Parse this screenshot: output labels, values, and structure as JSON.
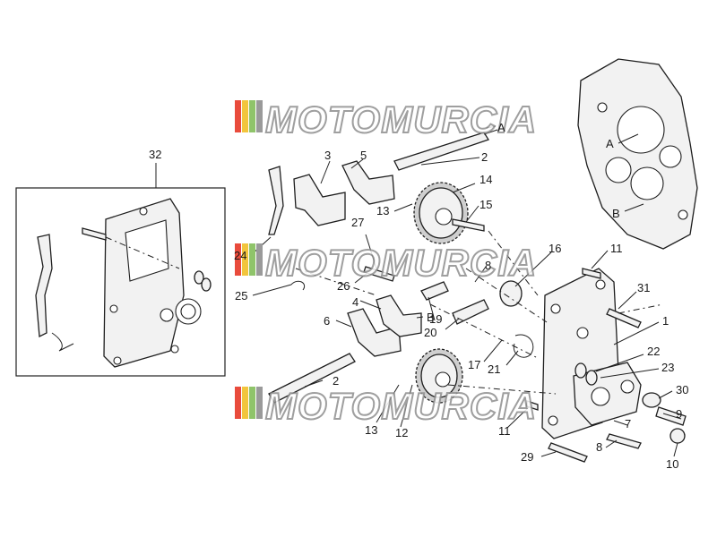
{
  "diagram": {
    "watermark": {
      "text": "MOTOMURCIA",
      "stripe_colors": [
        "#e94b3c",
        "#f2c53d",
        "#8fc46a",
        "#9a9a9a"
      ]
    },
    "inset_label": "32",
    "callouts": [
      {
        "id": "1",
        "label": "1"
      },
      {
        "id": "2a",
        "label": "2"
      },
      {
        "id": "2b",
        "label": "2"
      },
      {
        "id": "3",
        "label": "3"
      },
      {
        "id": "4",
        "label": "4"
      },
      {
        "id": "5",
        "label": "5"
      },
      {
        "id": "6",
        "label": "6"
      },
      {
        "id": "7",
        "label": "7"
      },
      {
        "id": "8a",
        "label": "8"
      },
      {
        "id": "8b",
        "label": "8"
      },
      {
        "id": "9",
        "label": "9"
      },
      {
        "id": "10",
        "label": "10"
      },
      {
        "id": "11a",
        "label": "11"
      },
      {
        "id": "11b",
        "label": "11"
      },
      {
        "id": "12",
        "label": "12"
      },
      {
        "id": "13a",
        "label": "13"
      },
      {
        "id": "13b",
        "label": "13"
      },
      {
        "id": "14",
        "label": "14"
      },
      {
        "id": "15",
        "label": "15"
      },
      {
        "id": "16",
        "label": "16"
      },
      {
        "id": "17",
        "label": "17"
      },
      {
        "id": "19",
        "label": "19"
      },
      {
        "id": "20",
        "label": "20"
      },
      {
        "id": "21",
        "label": "21"
      },
      {
        "id": "22",
        "label": "22"
      },
      {
        "id": "23",
        "label": "23"
      },
      {
        "id": "24",
        "label": "24"
      },
      {
        "id": "25",
        "label": "25"
      },
      {
        "id": "26",
        "label": "26"
      },
      {
        "id": "27",
        "label": "27"
      },
      {
        "id": "29",
        "label": "29"
      },
      {
        "id": "30",
        "label": "30"
      },
      {
        "id": "31",
        "label": "31"
      }
    ],
    "axis_markers": [
      {
        "id": "A1",
        "label": "A"
      },
      {
        "id": "A2",
        "label": "A"
      },
      {
        "id": "B1",
        "label": "B"
      },
      {
        "id": "B2",
        "label": "B"
      }
    ]
  }
}
